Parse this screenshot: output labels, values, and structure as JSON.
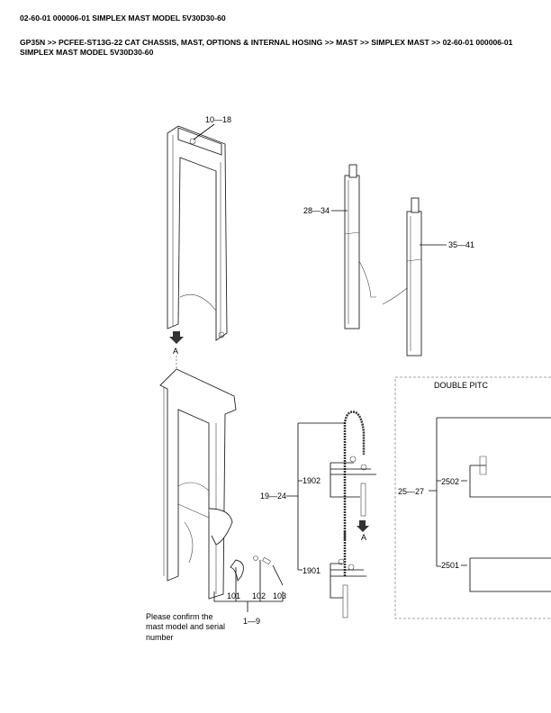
{
  "header": {
    "title": "02-60-01 000006-01 SIMPLEX MAST MODEL 5V30D30-60",
    "breadcrumb": "GP35N >> PCFEE-ST13G-22 CAT CHASSIS, MAST, OPTIONS & INTERNAL HOSING >> MAST >> SIMPLEX MAST >> 02-60-01 000006-01 SIMPLEX MAST MODEL 5V30D30-60"
  },
  "diagram": {
    "callouts": {
      "inner_mast": "10—18",
      "cylinder_left": "28—34",
      "cylinder_right": "35—41",
      "view_a_top": "A",
      "view_a_chain": "A",
      "chain_group": "19—24",
      "chain_upper": "1902",
      "chain_lower": "1901",
      "outer_mast": "1—9",
      "part_101": "101",
      "part_102": "102",
      "part_103": "103",
      "double_pitch_group": "25—27",
      "dp_upper": "2502",
      "dp_lower": "2501"
    },
    "double_pitch_label": "DOUBLE PITC",
    "note": [
      "Please confirm the",
      "mast model and serial",
      "number"
    ]
  }
}
